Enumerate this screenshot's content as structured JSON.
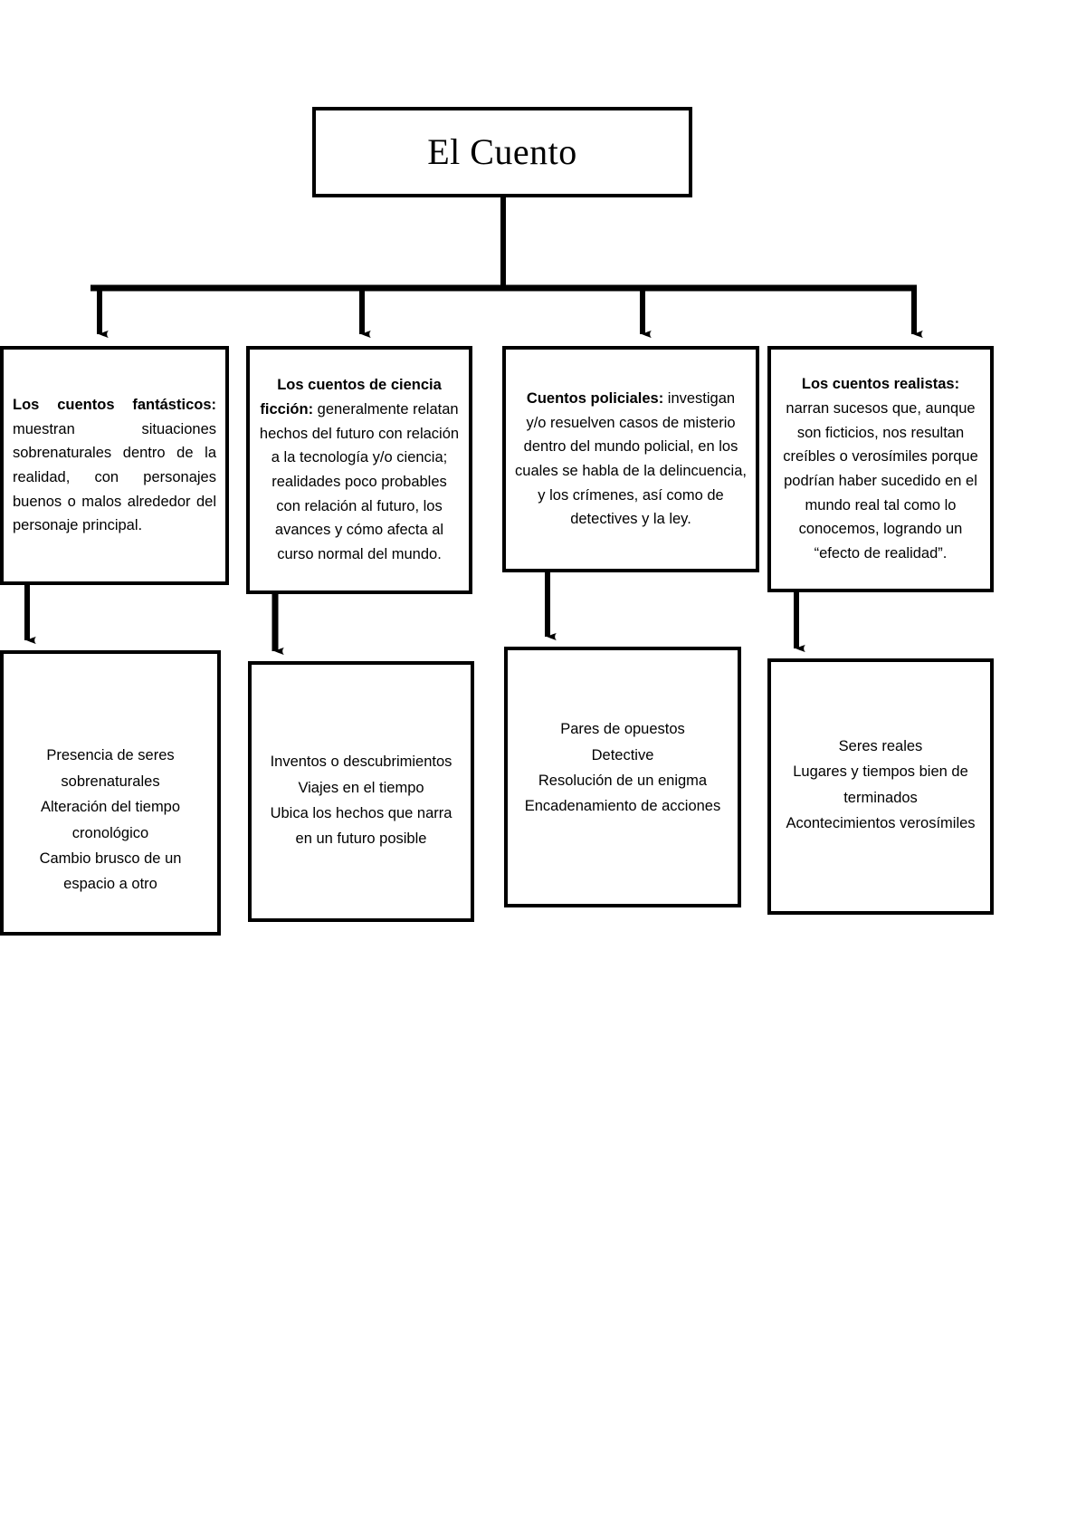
{
  "diagram": {
    "type": "hierarchy-flowchart",
    "title": "El Cuento",
    "orientation": "top-down",
    "levels": 3,
    "stroke_color": "#000000",
    "fill_color": "#ffffff",
    "root": {
      "label": "El Cuento"
    },
    "categories": [
      {
        "id": "fantasticos",
        "lead": "Los cuentos fantásticos:",
        "text": " muestran situaciones sobrenaturales dentro de la realidad, con personajes buenos o malos alrededor del personaje principal.",
        "align": "justify"
      },
      {
        "id": "ciencia-ficcion",
        "lead": "Los cuentos de ciencia ficción:",
        "text": " generalmente relatan hechos del futuro con relación a la tecnología y/o ciencia; realidades poco probables con relación al futuro, los avances y cómo afecta al curso normal del mundo.",
        "align": "center"
      },
      {
        "id": "policiales",
        "lead": "Cuentos policiales:",
        "text": " investigan y/o resuelven casos de misterio dentro del mundo policial, en los cuales se habla de la delincuencia, y los crímenes, así como de detectives y la ley.",
        "align": "center"
      },
      {
        "id": "realistas",
        "lead": "Los cuentos realistas:",
        "text": " narran sucesos que, aunque son ficticios, nos resultan creíbles o verosímiles porque podrían haber sucedido en el mundo real tal como lo conocemos, logrando un “efecto de realidad”.",
        "align": "center"
      }
    ],
    "traits": [
      {
        "id": "traits-fantasticos",
        "text": "Presencia de seres sobrenaturales\nAlteración del tiempo cronológico\nCambio brusco de un espacio a otro"
      },
      {
        "id": "traits-ciencia-ficcion",
        "text": "Inventos o descubrimientos\nViajes en el tiempo\nUbica los hechos que narra en un futuro posible"
      },
      {
        "id": "traits-policiales",
        "text": "Pares de opuestos\nDetective\nResolución de un enigma\nEncadenamiento de acciones"
      },
      {
        "id": "traits-realistas",
        "text": "Seres reales\nLugares y tiempos bien de terminados\nAcontecimientos verosímiles"
      }
    ]
  }
}
